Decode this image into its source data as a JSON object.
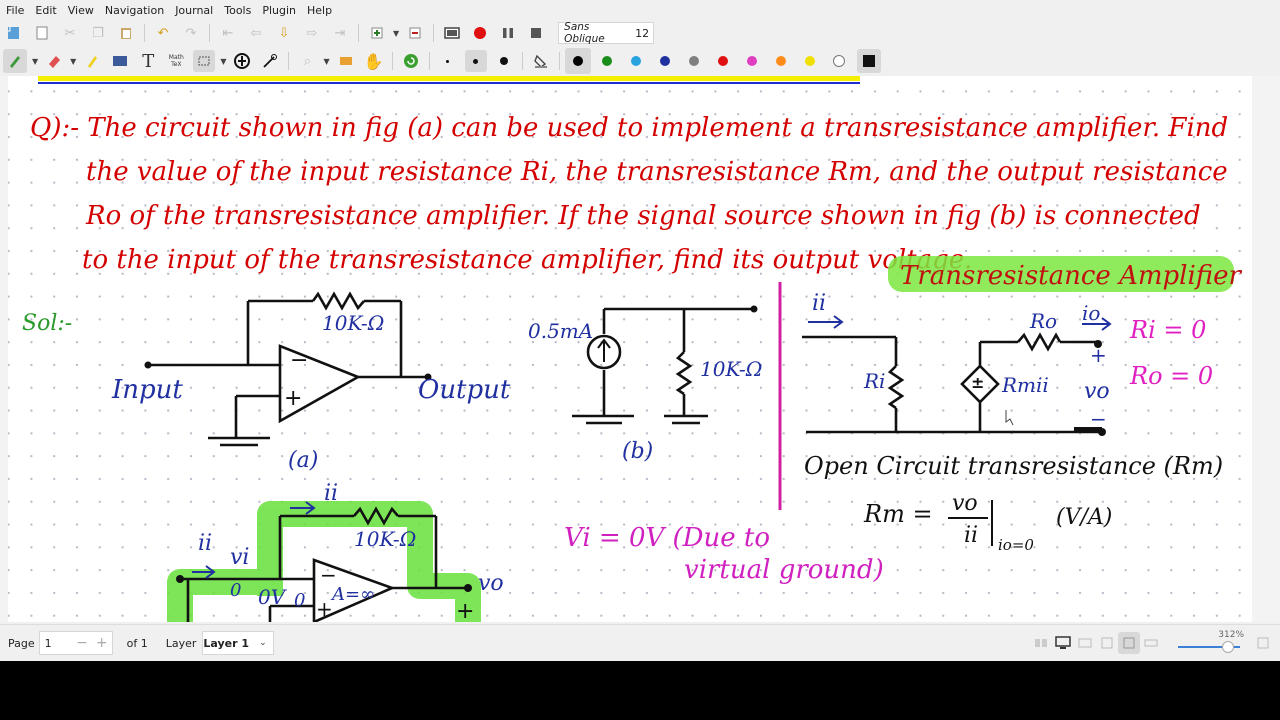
{
  "menu": [
    "File",
    "Edit",
    "View",
    "Navigation",
    "Journal",
    "Tools",
    "Plugin",
    "Help"
  ],
  "toolbar": {
    "font_name": "Sans Oblique",
    "font_size": "12",
    "pen_colors": [
      "#000000",
      "#1a8c1a",
      "#29a3e0",
      "#2030a0",
      "#808080",
      "#e01010",
      "#e040c0",
      "#ff8c1a",
      "#f0e000",
      "#ffffff"
    ],
    "selected_color": "#000000",
    "math_label": "Math\nTeX"
  },
  "note": {
    "question_lines": [
      "Q):- The circuit shown in fig (a) can be used to implement a transresistance amplifier. Find",
      "the value of the input resistance Ri, the transresistance Rm, and the output resistance",
      "Ro of the transresistance amplifier. If the signal source shown in fig (b) is connected",
      "to the input of the transresistance amplifier, find its output voltage."
    ],
    "sol_label": "Sol:-",
    "fig_a": {
      "resistor": "10K-Ω",
      "input": "Input",
      "output": "Output",
      "caption": "(a)"
    },
    "fig_b": {
      "source": "0.5mA",
      "resistor": "10K-Ω",
      "caption": "(b)"
    },
    "model": {
      "title": "Transresistance Amplifier",
      "ii": "ii",
      "ri": "Ri",
      "ro": "Ro",
      "io": "io",
      "rmii": "Rmii",
      "vo": "vo",
      "plus": "+",
      "minus": "−",
      "ri_eq": "Ri = 0",
      "ro_eq": "Ro = 0",
      "oc_title": "Open Circuit transresistance (Rm)",
      "rm_lhs": "Rm =",
      "rm_num": "vo",
      "rm_den": "ii",
      "rm_cond": "io=0",
      "rm_unit": "(V/A)"
    },
    "lower": {
      "ii": "ii",
      "ii_in": "ii",
      "vi": "vi",
      "zero": "0",
      "zero_v": "0V",
      "resistor": "10K-Ω",
      "gain": "A=∞",
      "vo": "vo",
      "vi_eq": "Vi = 0V (Due to",
      "vi_eq2": "virtual ground)"
    }
  },
  "status": {
    "page_label": "Page",
    "page_value": "1",
    "of_label": "of 1",
    "layer_label": "Layer",
    "layer_value": "Layer 1",
    "zoom": "312%"
  }
}
